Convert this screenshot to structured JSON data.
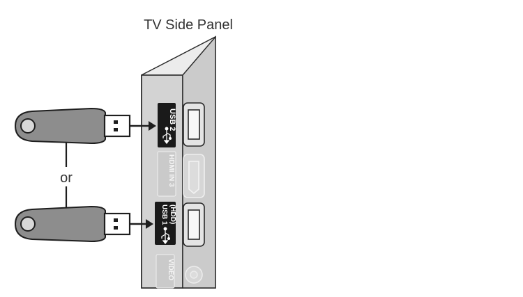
{
  "title": "TV Side Panel",
  "connector_text": "or",
  "ports": {
    "usb2": "USB 2",
    "usb1_line1": "USB 1",
    "usb1_line2": "(HDD)",
    "hdmi": "HDMI IN 3",
    "video": "VIDEO"
  },
  "icons": {
    "usb_symbol": "usb-symbol-icon",
    "usb_drive": "usb-flash-drive-icon",
    "arrow": "arrow-right-icon"
  },
  "colors": {
    "panel_front": "#d3d3d3",
    "panel_top": "#e7e7e7",
    "panel_side": "#c8c8c8",
    "drive_body": "#8d8d8d",
    "outline": "#1e1e1e",
    "label_dark": "#1a1a1a",
    "label_faded": "#cacaca"
  }
}
